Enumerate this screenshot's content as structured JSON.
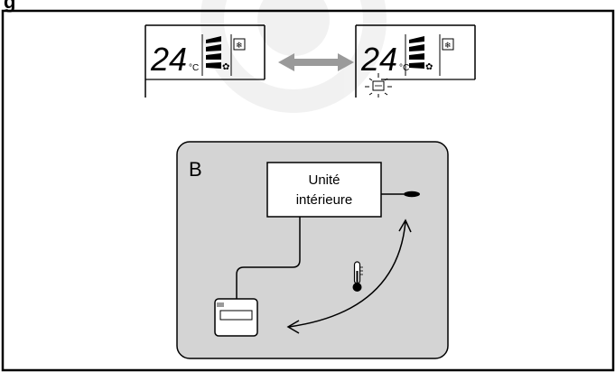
{
  "header": {
    "title_fragment": "g"
  },
  "displays": [
    {
      "temperature": "24",
      "unit": "°C",
      "blinking_sensor": false
    },
    {
      "temperature": "24",
      "unit": "°C",
      "blinking_sensor": true
    }
  ],
  "diagram": {
    "panel_label": "B",
    "indoor_unit_line1": "Unité",
    "indoor_unit_line2": "intérieure",
    "panel_color": "#d4d4d4"
  }
}
